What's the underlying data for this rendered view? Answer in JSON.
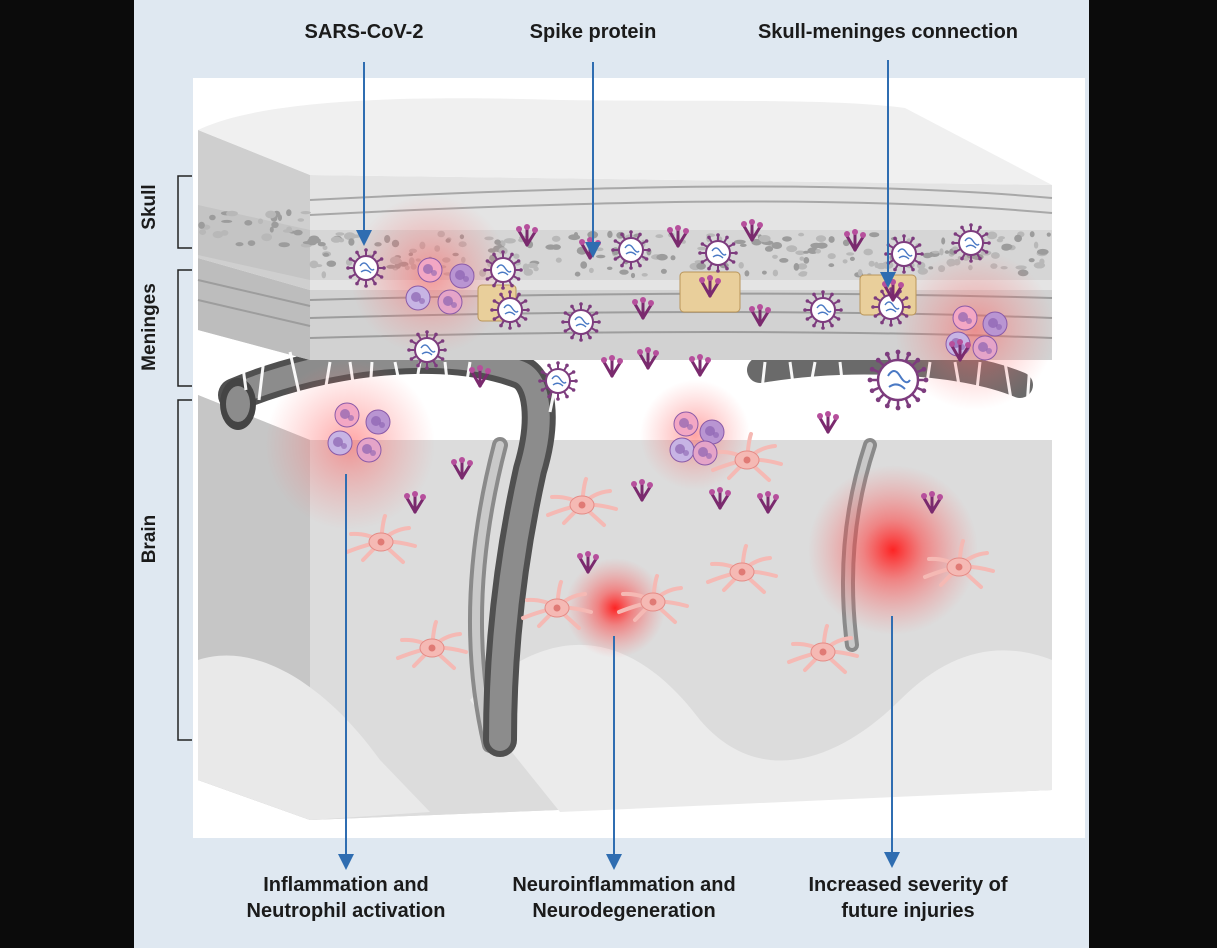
{
  "top_labels": {
    "sars": "SARS-CoV-2",
    "spike": "Spike protein",
    "connection": "Skull-meninges connection"
  },
  "side_labels": {
    "skull": "Skull",
    "meninges": "Meninges",
    "brain": "Brain"
  },
  "bottom_labels": {
    "inflammation_1": "Inflammation and",
    "inflammation_2": "Neutrophil activation",
    "neuro_1": "Neuroinflammation and",
    "neuro_2": "Neurodegeneration",
    "severity_1": "Increased severity of",
    "severity_2": "future injuries"
  },
  "colors": {
    "background": "#0b0b0b",
    "panel": "#dfe8f1",
    "arrow": "#2f6db1",
    "inflammation": "#ff2a2a",
    "virus": "#7d3c7e",
    "spike": "#7a2a6e",
    "neuron": "#f5b9b4"
  }
}
